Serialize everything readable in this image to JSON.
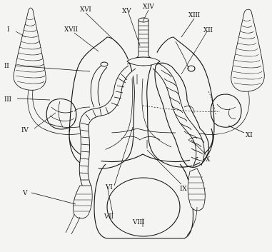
{
  "labels": {
    "I": "I",
    "II": "II",
    "III": "III",
    "IV": "IV",
    "V": "V",
    "VI": "VI",
    "VII": "VII",
    "VIII": "VIII",
    "IX": "IX",
    "X": "X",
    "XI": "XI",
    "XII": "XII",
    "XIII": "XIII",
    "XIV": "XIV",
    "XV": "XV",
    "XVI": "XVI",
    "XVII": "XVII"
  }
}
